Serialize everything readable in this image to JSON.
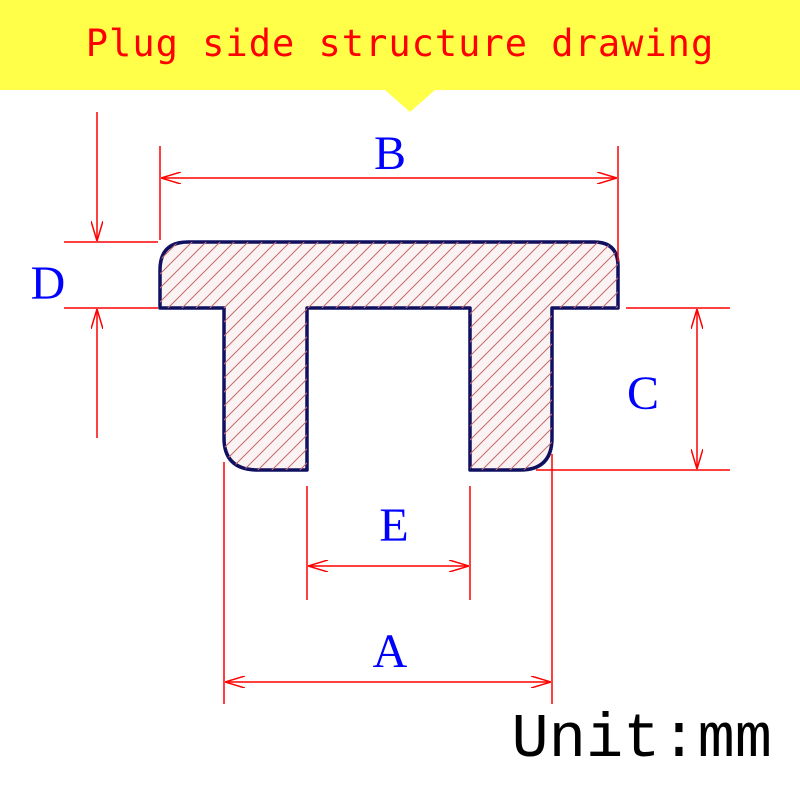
{
  "banner": {
    "title": "Plug side structure drawing",
    "background": "#ffff4a",
    "title_color": "#ff0000"
  },
  "dimensions": {
    "a": "A",
    "b": "B",
    "c": "C",
    "d": "D",
    "e": "E"
  },
  "unit_label": "Unit:mm",
  "colors": {
    "dimension_line": "#ff0000",
    "dimension_label": "#0000ff",
    "outline": "#101060",
    "hatch": "#c46a6a",
    "section_fill": "#fbf3f3"
  }
}
